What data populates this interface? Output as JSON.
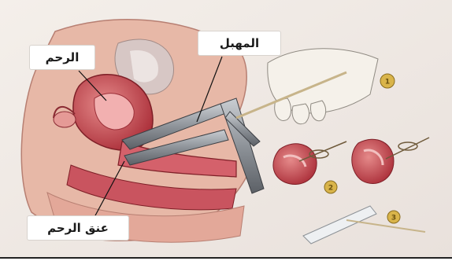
{
  "labels": {
    "uterus": "الرحم",
    "speculum": "المهبل",
    "cervix": "عنق الرحم"
  },
  "steps": [
    "1",
    "2",
    "3"
  ],
  "colors": {
    "background": "#f1ebe6",
    "tissue_dark": "#b8323c",
    "tissue_light": "#e58a8a",
    "skin": "#e7b8a7",
    "speculum_metal": "#8e9399",
    "glove": "#f5f1ea",
    "badge": "#d9b44a",
    "bottom_rule": "#222222"
  }
}
